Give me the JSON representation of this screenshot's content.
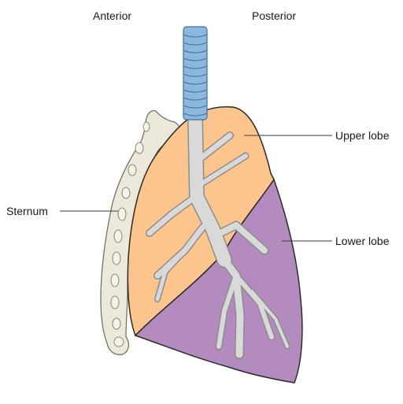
{
  "labels": {
    "anterior": "Anterior",
    "posterior": "Posterior",
    "sternum": "Sternum",
    "upper_lobe": "Upper lobe",
    "lower_lobe": "Lower lobe"
  },
  "colors": {
    "upper_lobe": "#fcc58d",
    "lower_lobe": "#b48bbf",
    "bronchi": "#d9d9d9",
    "trachea": "#8ab8de",
    "sternum": "#ece8da",
    "outline": "#2b2b2b"
  }
}
